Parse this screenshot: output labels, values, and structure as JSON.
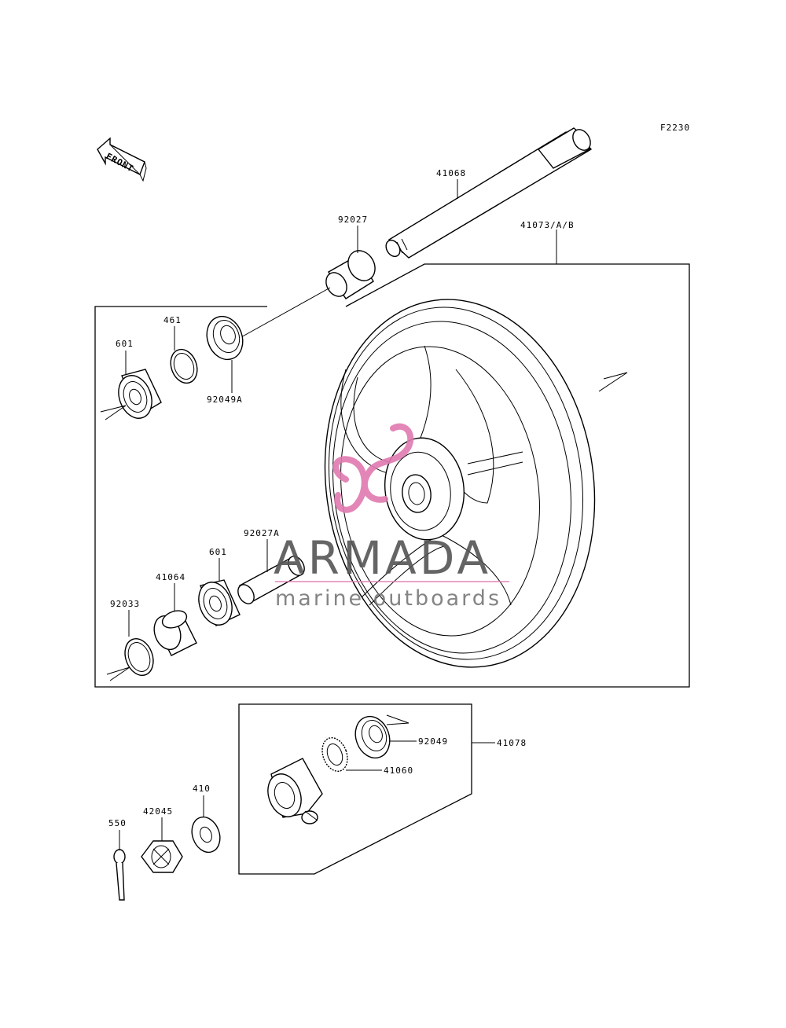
{
  "diagram_code": "F2230",
  "front_label": "FRONT",
  "parts": [
    {
      "number": "41068",
      "name_key": "axle"
    },
    {
      "number": "92027",
      "name_key": "collar"
    },
    {
      "number": "41073/A/B",
      "name_key": "wheel"
    },
    {
      "number": "461",
      "name_key": "circlip"
    },
    {
      "number": "601",
      "name_key": "bearing-left"
    },
    {
      "number": "92049A",
      "name_key": "oil-seal-left"
    },
    {
      "number": "92027A",
      "name_key": "distance-collar"
    },
    {
      "number": "601",
      "name_key": "bearing-right"
    },
    {
      "number": "41064",
      "name_key": "hub-collar"
    },
    {
      "number": "92033",
      "name_key": "circlip-right"
    },
    {
      "number": "92049",
      "name_key": "oil-seal-right"
    },
    {
      "number": "41078",
      "name_key": "gear-housing-assy"
    },
    {
      "number": "41060",
      "name_key": "meter-gear"
    },
    {
      "number": "410",
      "name_key": "washer"
    },
    {
      "number": "42045",
      "name_key": "axle-nut"
    },
    {
      "number": "550",
      "name_key": "cotter-pin"
    }
  ],
  "watermark": {
    "title": "ARMADA",
    "subtitle": "marine outboards",
    "accent_color": "#e07ab0"
  }
}
